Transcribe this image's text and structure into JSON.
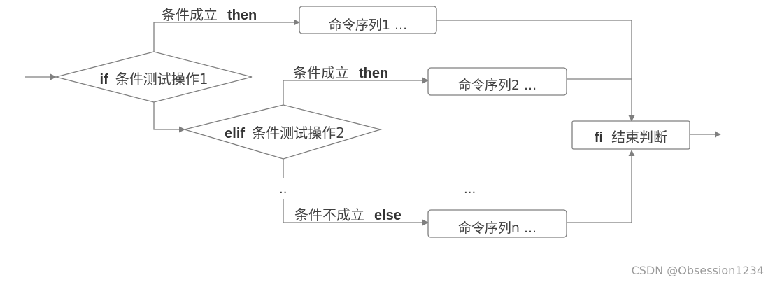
{
  "nodes": {
    "if_decision": {
      "keyword": "if",
      "text": "条件测试操作1"
    },
    "elif_decision": {
      "keyword": "elif",
      "text": "条件测试操作2"
    },
    "command1": {
      "text": "命令序列1 ..."
    },
    "command2": {
      "text": "命令序列2 ..."
    },
    "commandn": {
      "text": "命令序列n ..."
    },
    "fi_end": {
      "keyword": "fi",
      "text": "结束判断"
    }
  },
  "edges": {
    "if_then": {
      "text": "条件成立",
      "keyword": "then"
    },
    "elif_then": {
      "text": "条件成立",
      "keyword": "then"
    },
    "else_branch": {
      "text": "条件不成立",
      "keyword": "else"
    }
  },
  "ellipsis": {
    "left": "..",
    "middle": "..."
  },
  "watermark": "CSDN @Obsession1234",
  "colors": {
    "line": "#7f7f7f",
    "text": "#404040",
    "keyword": "#333333",
    "watermark": "#9a9a9a"
  }
}
